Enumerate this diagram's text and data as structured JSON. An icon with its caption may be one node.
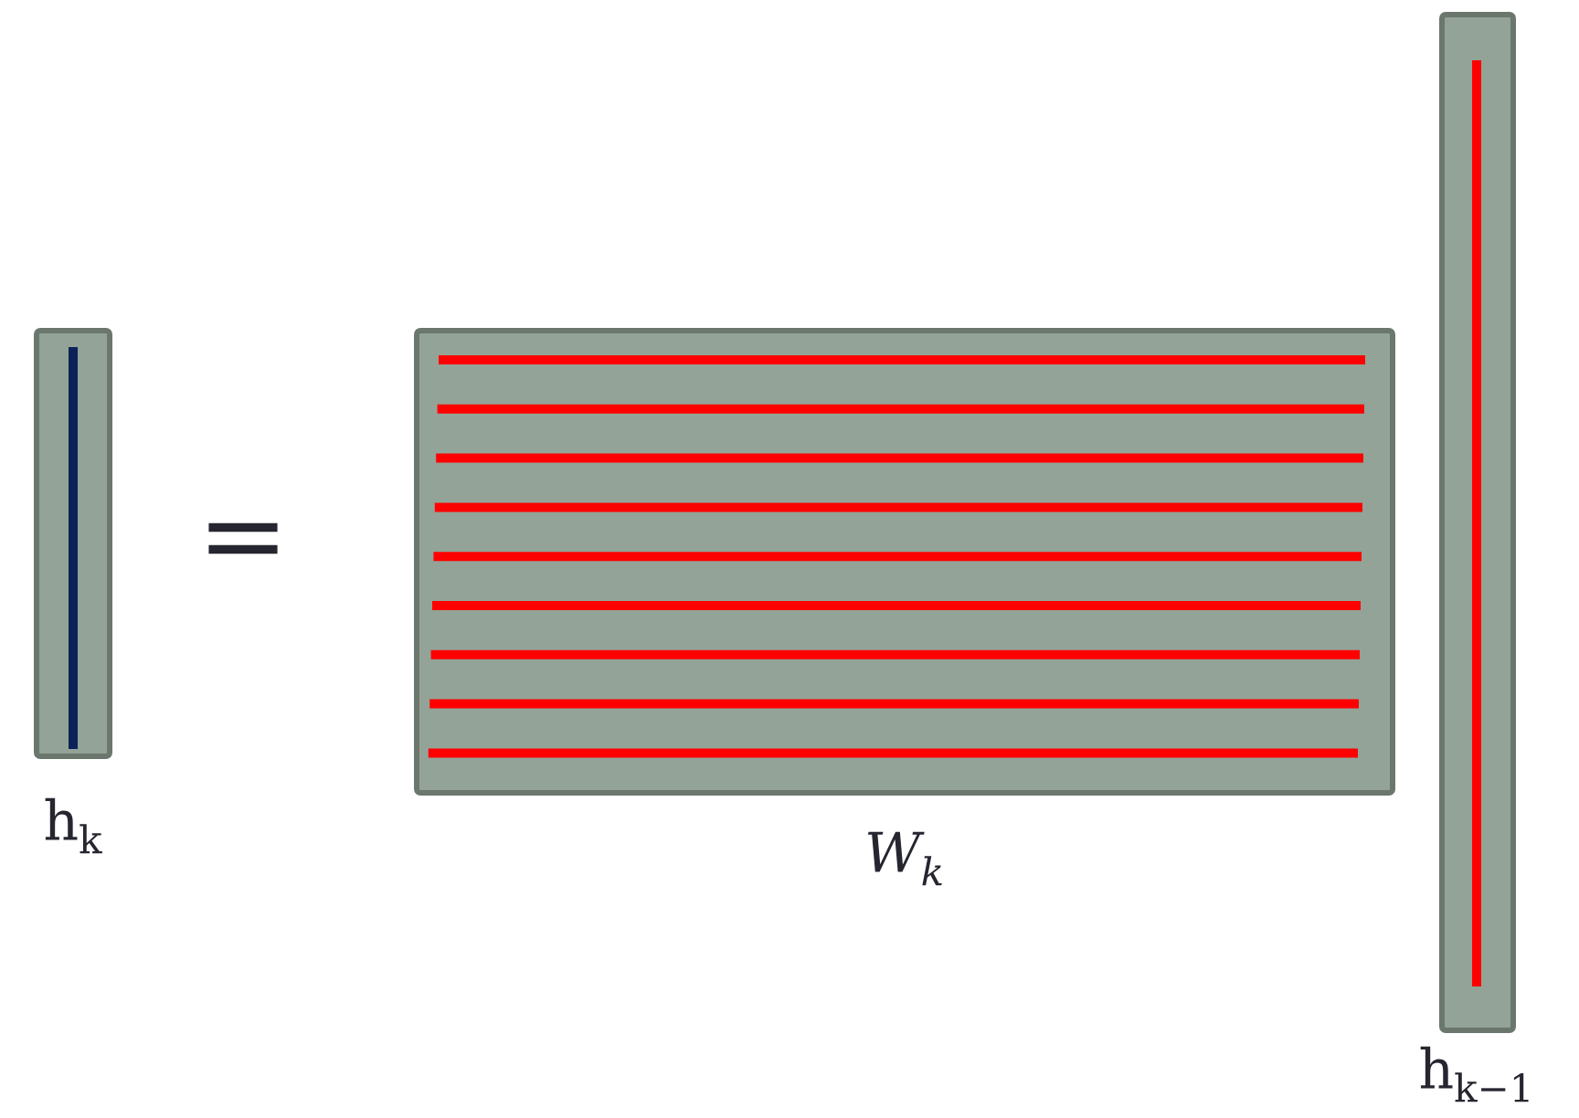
{
  "diagram": {
    "nodes": [
      {
        "text": [
          "h$_{k}$"
        ]
      },
      {
        "text": [
          "W$_{k}$"
        ]
      },
      {
        "text": [
          "h$_{k−1}$"
        ]
      }
    ],
    "labels": [
      "="
    ]
  }
}
